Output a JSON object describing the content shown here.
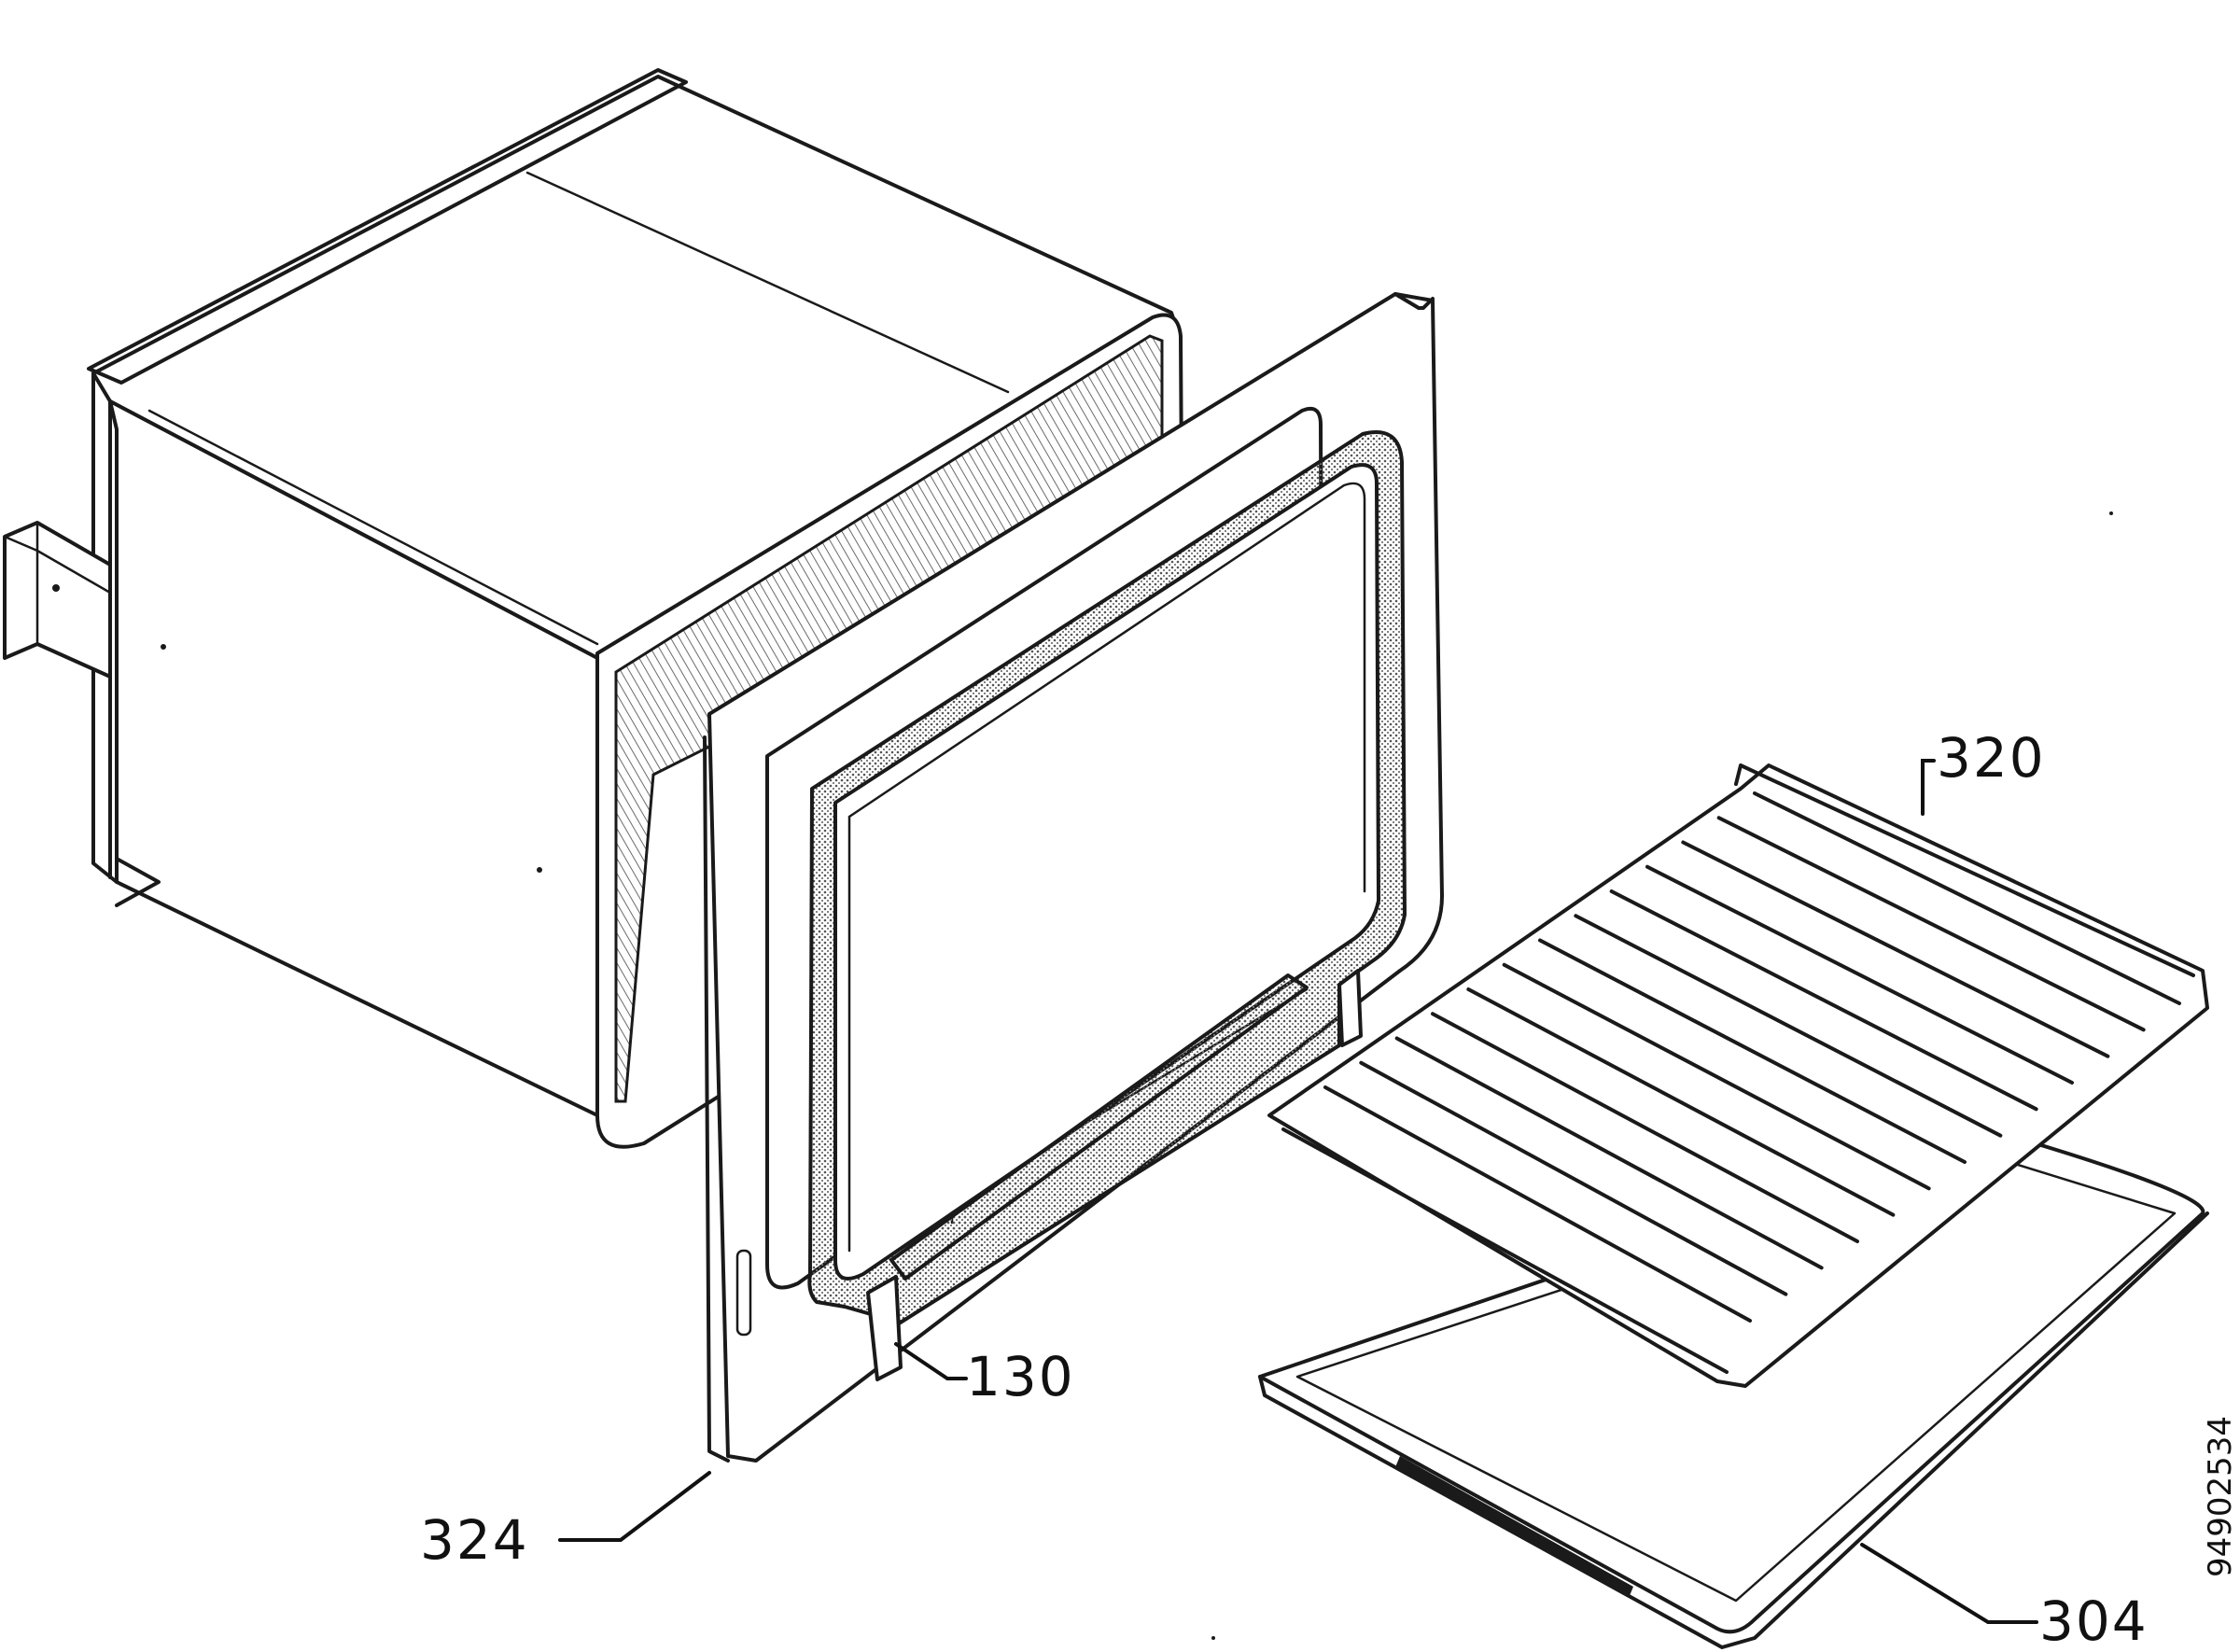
{
  "callouts": {
    "part_320": "320",
    "part_130": "130",
    "part_324": "324",
    "part_304": "304"
  },
  "document_number": "94902534",
  "colors": {
    "ink": "#1a1a1a",
    "paper": "#ffffff",
    "seal_texture": "#6b6b6b"
  }
}
